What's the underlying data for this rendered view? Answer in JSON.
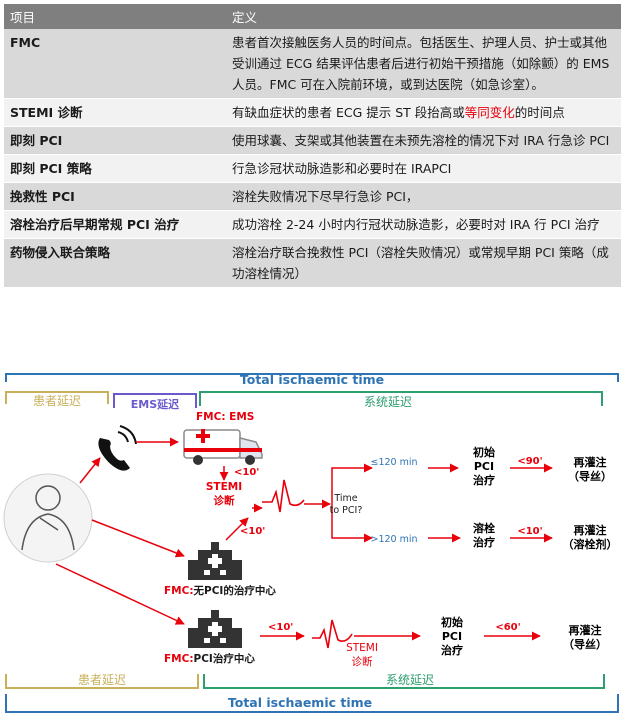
{
  "table": {
    "header": {
      "col1": "项目",
      "col2": "定义"
    },
    "rows": [
      {
        "term": "FMC",
        "def": "患者首次接触医务人员的时间点。包括医生、护理人员、护士或其他受训通过 ECG 结果评估患者后进行初始干预措施（如除颤）的 EMS 人员。FMC 可在入院前环境，或到达医院（如急诊室）。"
      },
      {
        "term": "STEMI  诊断",
        "def_pre": "有缺血症状的患者 ECG 提示 ST 段抬高或",
        "def_hl": "等同变化",
        "def_post": "的时间点"
      },
      {
        "term": "即刻 PCI",
        "def": "使用球囊、支架或其他装置在未预先溶栓的情况下对 IRA 行急诊 PCI"
      },
      {
        "term": "即刻 PCI 策略",
        "def": "行急诊冠状动脉造影和必要时在 IRAPCI"
      },
      {
        "term": "挽救性 PCI",
        "def": "溶栓失败情况下尽早行急诊 PCI，"
      },
      {
        "term": "溶栓治疗后早期常规 PCI 治疗",
        "def": "成功溶栓 2-24 小时内行冠状动脉造影，必要时对 IRA 行 PCI 治疗"
      },
      {
        "term": "药物侵入联合策略",
        "def": "溶栓治疗联合挽救性 PCI（溶栓失败情况）或常规早期 PCI 策略（成功溶栓情况）"
      }
    ]
  },
  "diagram": {
    "total_time_top": "Total ischaemic time",
    "total_time_bottom": "Total ischaemic time",
    "patient_delay_top": "患者延迟",
    "ems_delay": "EMS延迟",
    "system_delay_top": "系统延迟",
    "patient_delay_bottom": "患者延迟",
    "system_delay_bottom": "系统延迟",
    "fmc_ems": "FMC: EMS",
    "lt10_a": "<10'",
    "stemi_dx_1": "STEMI",
    "stemi_dx_2": "诊断",
    "lt10_b": "<10'",
    "time_to_pci_1": "Time",
    "time_to_pci_2": "to PCI?",
    "le120": "≤120 min",
    "gt120": ">120 min",
    "primary_pci_1": "初始",
    "primary_pci_2": "PCI",
    "primary_pci_3": "治疗",
    "lt90": "<90'",
    "reperf_1": "再灌注",
    "reperf_2": "（导丝）",
    "lysis_1": "溶栓",
    "lysis_2": "治疗",
    "lt10_c": "<10'",
    "reperf_lysis_1": "再灌注",
    "reperf_lysis_2": "（溶栓剂）",
    "fmc_non_pci_prefix": "FMC:",
    "fmc_non_pci_suffix": "无PCI的治疗中心",
    "lt10_d": "<10'",
    "stemi_dx2_1": "STEMI",
    "stemi_dx2_2": "诊断",
    "primary_pci2_1": "初始",
    "primary_pci2_2": "PCI",
    "primary_pci2_3": "治疗",
    "lt60": "<60'",
    "reperf2_1": "再灌注",
    "reperf2_2": "（导丝）",
    "fmc_pci_prefix": "FMC:",
    "fmc_pci_suffix": "PCI治疗中心"
  },
  "colors": {
    "header_bg": "#7f7f7f",
    "row_odd": "#d9d9d9",
    "row_even": "#f2f2f2",
    "highlight": "#e8000b",
    "arrow_red": "#e8000b",
    "arrow_blue": "#2e74b5",
    "delay_yellow": "#c9b15a",
    "delay_green": "#2e9e6f",
    "ems_purple": "#6a5acd"
  }
}
